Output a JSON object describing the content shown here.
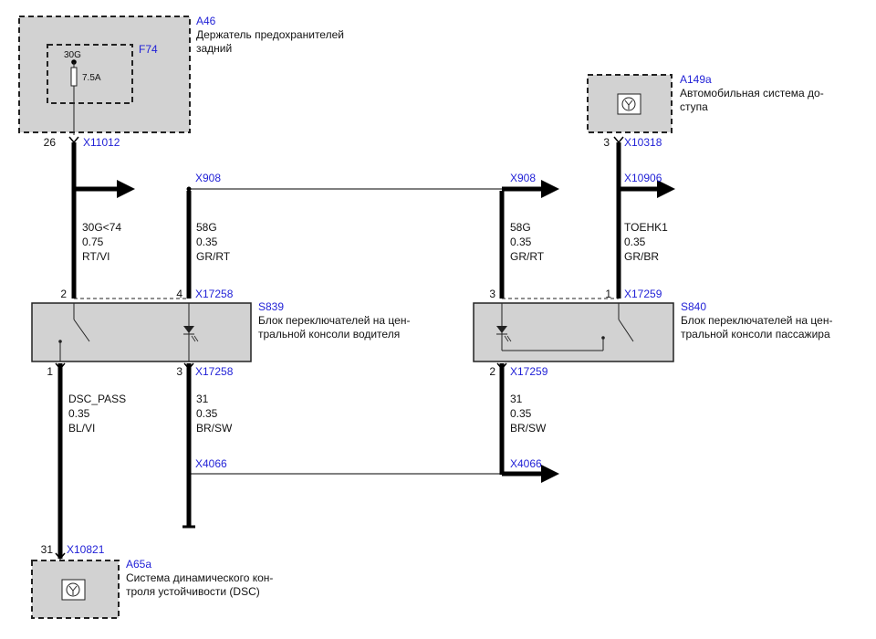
{
  "components": {
    "a46": {
      "id": "A46",
      "line1": "Держатель предохранителей",
      "line2": "задний"
    },
    "f74": {
      "id": "F74",
      "terminal": "30G",
      "rating": "7.5A"
    },
    "a149a": {
      "id": "A149a",
      "line1": "Автомобильная система до-",
      "line2": "ступа"
    },
    "s839": {
      "id": "S839",
      "line1": "Блок переключателей на цен-",
      "line2": "тральной консоли водителя"
    },
    "s840": {
      "id": "S840",
      "line1": "Блок переключателей на цен-",
      "line2": "тральной консоли пассажира"
    },
    "a65a": {
      "id": "A65a",
      "line1": "Система динамического кон-",
      "line2": "троля устойчивости (DSC)"
    }
  },
  "connectors": {
    "x11012": {
      "name": "X11012",
      "pin": "26"
    },
    "x10318": {
      "name": "X10318",
      "pin": "3"
    },
    "x908_left": {
      "name": "X908"
    },
    "x908_right": {
      "name": "X908"
    },
    "x10906": {
      "name": "X10906"
    },
    "x17258_top": {
      "name": "X17258",
      "pin_a": "2",
      "pin_b": "4"
    },
    "x17259_top": {
      "name": "X17259",
      "pin_a": "3",
      "pin_b": "1"
    },
    "x17258_bottom": {
      "name": "X17258",
      "pin_a": "1",
      "pin_b": "3"
    },
    "x17259_bottom": {
      "name": "X17259",
      "pin": "2"
    },
    "x4066_left": {
      "name": "X4066"
    },
    "x4066_right": {
      "name": "X4066"
    },
    "x10821": {
      "name": "X10821",
      "pin": "31"
    }
  },
  "wires": {
    "w_30g": {
      "signal": "30G<74",
      "gauge": "0.75",
      "color": "RT/VI"
    },
    "w_58g_left": {
      "signal": "58G",
      "gauge": "0.35",
      "color": "GR/RT"
    },
    "w_58g_right": {
      "signal": "58G",
      "gauge": "0.35",
      "color": "GR/RT"
    },
    "w_toehk": {
      "signal": "TOEHK1",
      "gauge": "0.35",
      "color": "GR/BR"
    },
    "w_dsc": {
      "signal": "DSC_PASS",
      "gauge": "0.35",
      "color": "BL/VI"
    },
    "w_31_left": {
      "signal": "31",
      "gauge": "0.35",
      "color": "BR/SW"
    },
    "w_31_right": {
      "signal": "31",
      "gauge": "0.35",
      "color": "BR/SW"
    }
  },
  "colors": {
    "wire": "#000000",
    "component_fill": "#d2d2d2",
    "connector_label": "#1f1fd6"
  }
}
